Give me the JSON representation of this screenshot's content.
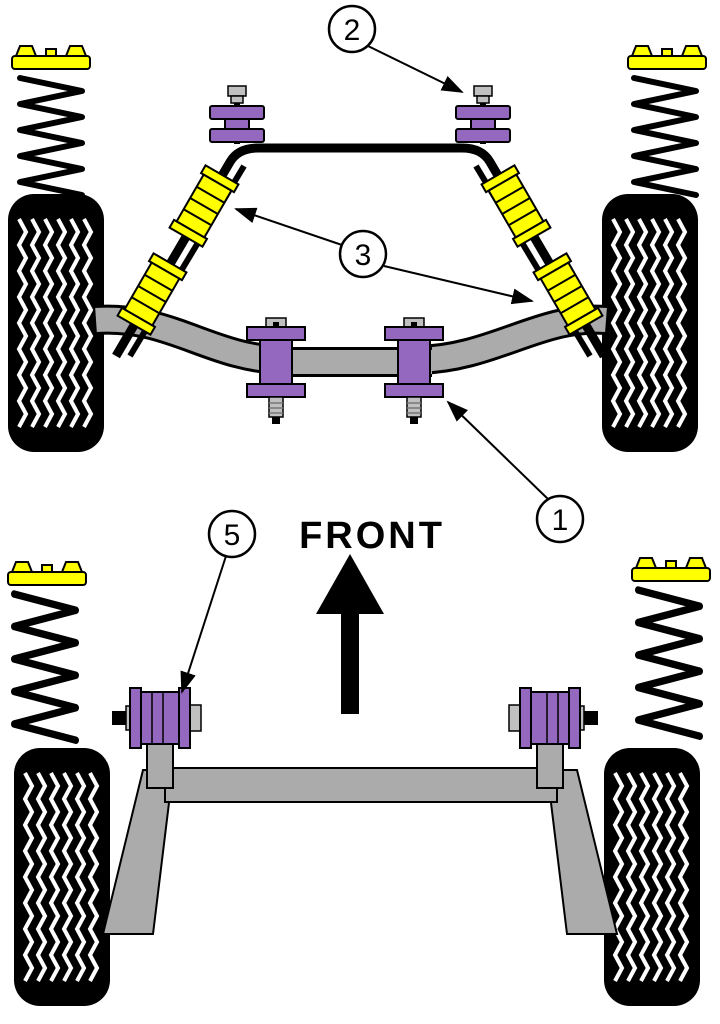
{
  "diagram": {
    "front_label": "FRONT",
    "callouts": [
      {
        "label": "2"
      },
      {
        "label": "3"
      },
      {
        "label": "1"
      },
      {
        "label": "5"
      }
    ],
    "colors": {
      "bush_purple": "#9468BE",
      "bush_yellow": "#FFFF00",
      "metal_gray": "#ABABAB",
      "hardware_gray": "#C0C0C0",
      "line_black": "#000000",
      "background": "#FFFFFF"
    }
  }
}
